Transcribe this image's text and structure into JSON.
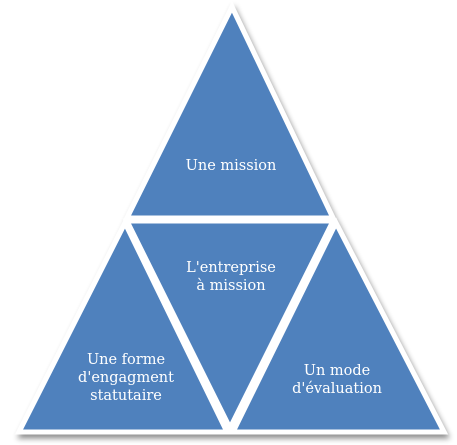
{
  "diagram": {
    "colors": {
      "fill": "#4f81bd",
      "stroke": "#ffffff",
      "shadow": "#000000"
    },
    "top": {
      "label": "Une mission"
    },
    "center": {
      "label": "L'entreprise\nà mission"
    },
    "left": {
      "label": "Une forme\nd'engagment\nstatutaire"
    },
    "right": {
      "label": "Un mode\nd'évaluation"
    }
  }
}
